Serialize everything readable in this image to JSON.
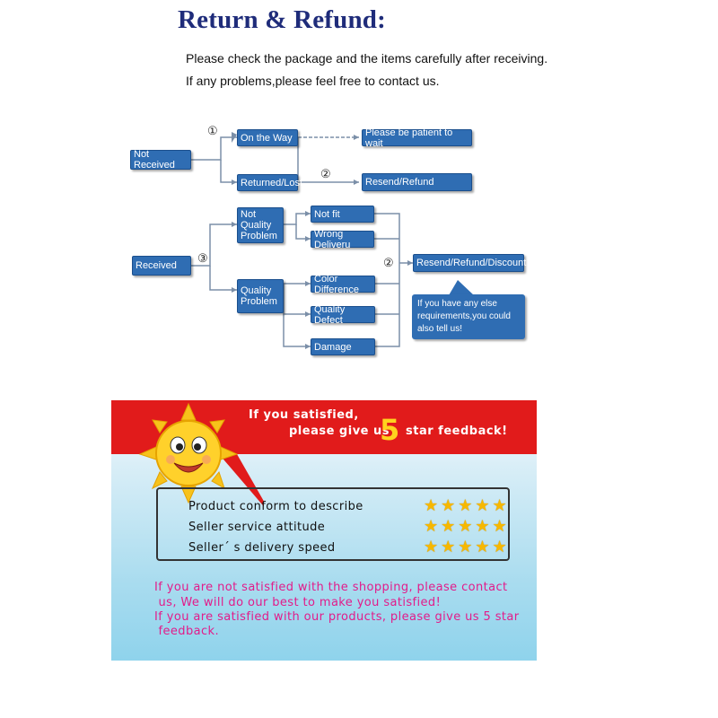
{
  "header": {
    "title": "Return & Refund:",
    "line1": "Please check the package and the items carefully after receiving.",
    "line2": "If any problems,please feel free to contact us."
  },
  "flow": {
    "not_received": "Not Received",
    "on_the_way": "On the Way",
    "returned_lost": "Returned/Lost",
    "be_patient": "Please be patient to wait",
    "resend_refund": "Resend/Refund",
    "received": "Received",
    "not_quality_problem": "Not Quality Problem",
    "quality_problem": "Quality Problem",
    "not_fit": "Not fit",
    "wrong_delivery": "Wrong Deliveru",
    "color_difference": "Color Difference",
    "quality_defect": "Quality Defect",
    "damage": "Damage",
    "resend_refund_discount": "Resend/Refund/Discount",
    "bubble": "If you have any else requirements,you could also tell us!",
    "markers": [
      "①",
      "②",
      "③",
      "②"
    ]
  },
  "feedback": {
    "heading1": "If you satisfied,",
    "heading2": "please give us",
    "five": "5",
    "heading3": "star feedback!",
    "ratings": [
      {
        "label": "Product conform to describe",
        "stars": 5
      },
      {
        "label": "Seller service attitude",
        "stars": 5
      },
      {
        "label": "Seller´ s delivery speed",
        "stars": 5
      }
    ],
    "msg1": "If you are not satisfied with the shopping, please contact",
    "msg2": " us, We will do our best to make you satisfied!",
    "msg3": "If you are satisfied with our products, please give us 5 star",
    "msg4": " feedback."
  },
  "colors": {
    "node": "#2f6db3",
    "title": "#1f2c7a",
    "band": "#e11b1b",
    "pink": "#e21c8a",
    "star": "#f6b800"
  }
}
